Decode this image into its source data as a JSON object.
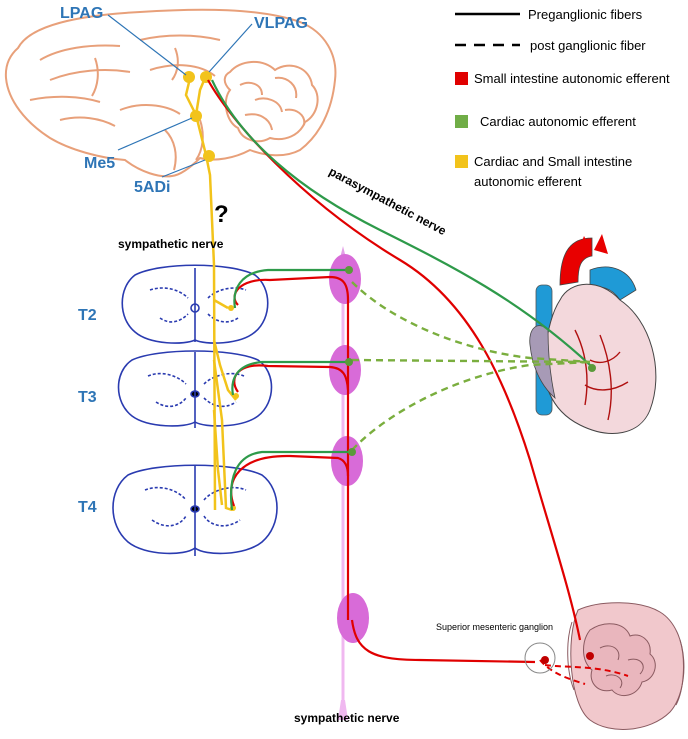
{
  "brain_labels": {
    "lpag": "LPAG",
    "vlpag": "VLPAG",
    "me5": "Me5",
    "sadi": "5ADi"
  },
  "question_mark": "?",
  "nerve_labels": {
    "sympathetic_top": "sympathetic nerve",
    "sympathetic_bottom": "sympathetic nerve",
    "parasympathetic": "parasympathetic nerve",
    "superior_mesenteric": "Superior mesenteric ganglion"
  },
  "spinal_levels": [
    "T2",
    "T3",
    "T4"
  ],
  "legend": {
    "preganglionic": "Preganglionic fibers",
    "postganglionic": "post ganglionic fiber",
    "small_intestine": "Small intestine autonomic efferent",
    "cardiac": "Cardiac autonomic efferent",
    "cardiac_small_line1": "Cardiac and Small intestine",
    "cardiac_small_line2": "autonomic efferent"
  },
  "colors": {
    "small_intestine": "#e00000",
    "cardiac": "#2e9a4a",
    "cardiac_dashed": "#7aae3e",
    "both": "#f2c31b",
    "brain_outline": "#e8a07a",
    "spinal_outline": "#2a3bb0",
    "ganglion": "#d86bd8",
    "label_blue": "#2e75b6"
  }
}
